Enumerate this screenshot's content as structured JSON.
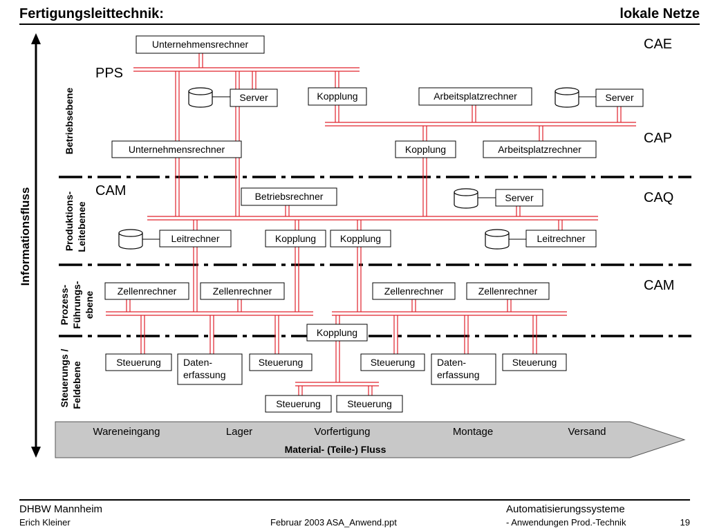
{
  "header": {
    "title_left": "Fertigungsleittechnik:",
    "title_right": "lokale Netze"
  },
  "axis": {
    "info_flow": "Informationsfluss"
  },
  "levels": {
    "betrieb": "Betriebsebene",
    "produktion_1": "Produktions-",
    "produktion_2": "Leitebenee",
    "prozess_1": "Prozess-",
    "prozess_2": "Führungs-",
    "prozess_3": "ebene",
    "steuerung_1": "Steuerungs /",
    "steuerung_2": "Feldebene"
  },
  "zones": {
    "cae": "CAE",
    "pps": "PPS",
    "cap": "CAP",
    "cam_left": "CAM",
    "caq": "CAQ",
    "cam_right": "CAM"
  },
  "nodes": {
    "unternehmensrechner_top": "Unternehmensrechner",
    "server_1": "Server",
    "kopplung_1": "Kopplung",
    "arbeitsplatzrechner_1": "Arbeitsplatzrechner",
    "server_2": "Server",
    "unternehmensrechner_2": "Unternehmensrechner",
    "kopplung_2": "Kopplung",
    "arbeitsplatzrechner_2": "Arbeitsplatzrechner",
    "betriebsrechner": "Betriebsrechner",
    "server_3": "Server",
    "leitrechner_1": "Leitrechner",
    "kopplung_3": "Kopplung",
    "kopplung_4": "Kopplung",
    "leitrechner_2": "Leitrechner",
    "zellenrechner_1": "Zellenrechner",
    "zellenrechner_2": "Zellenrechner",
    "zellenrechner_3": "Zellenrechner",
    "zellenrechner_4": "Zellenrechner",
    "kopplung_5": "Kopplung",
    "steuerung_1": "Steuerung",
    "daten_1a": "Daten-",
    "daten_1b": "erfassung",
    "steuerung_2": "Steuerung",
    "steuerung_3": "Steuerung",
    "daten_2a": "Daten-",
    "daten_2b": "erfassung",
    "steuerung_4": "Steuerung",
    "steuerung_5": "Steuerung",
    "steuerung_6": "Steuerung"
  },
  "material_flow": {
    "stages": [
      "Wareneingang",
      "Lager",
      "Vorfertigung",
      "Montage",
      "Versand"
    ],
    "label": "Material- (Teile-) Fluss"
  },
  "footer": {
    "org": "DHBW  Mannheim",
    "author": "Erich Kleiner",
    "date_file": "Februar 2003    ASA_Anwend.ppt",
    "course": "Automatisierungssysteme",
    "topic": "- Anwendungen Prod.-Technik",
    "page": "19"
  }
}
